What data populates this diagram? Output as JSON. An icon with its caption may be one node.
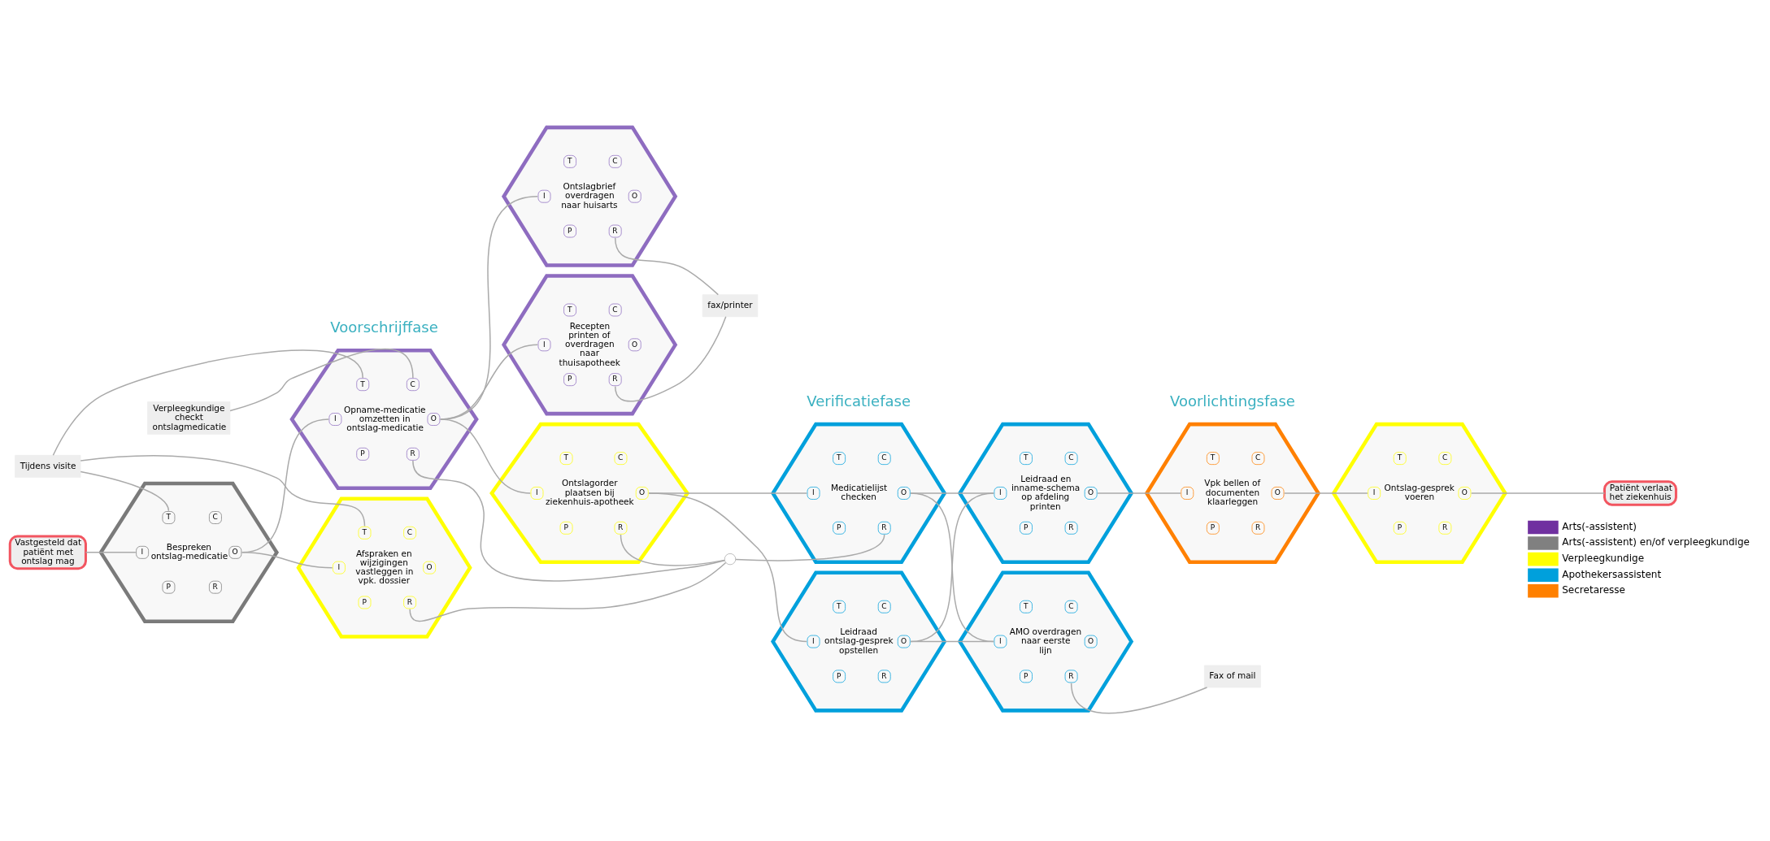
{
  "diagram": {
    "nodes": [
      {
        "text": [
          "Vastgesteld dat patiënt met ontslag mag"
        ]
      },
      {
        "text": [
          "T",
          "C",
          "I",
          "Bespreken ontslag-medicatie",
          "O",
          "P",
          "R"
        ]
      },
      {
        "text": [
          "Tijdens visite"
        ]
      },
      {
        "text": [
          "T",
          "C",
          "I",
          "Opname-medicatie omzetten in ontslag-medicatie",
          "O",
          "P",
          "R"
        ]
      },
      {
        "text": [
          "Verpleegkundige checkt ontslagmedicatie"
        ]
      },
      {
        "text": [
          "T",
          "C",
          "I",
          "Afspraken en wijzigingen vastleggen in vpk. dossier",
          "O",
          "P",
          "R"
        ]
      },
      {
        "text": [
          "T",
          "C",
          "I",
          "Ontslagbrief overdragen naar huisarts",
          "O",
          "P",
          "R"
        ]
      },
      {
        "text": [
          "T",
          "C",
          "I",
          "Recepten printen of overdragen naar thuisapotheek",
          "O",
          "P",
          "R"
        ]
      },
      {
        "text": [
          "fax/printer"
        ]
      },
      {
        "text": [
          "T",
          "C",
          "I",
          "Ontslagorder plaatsen bij ziekenhuis-apotheek",
          "O",
          "P",
          "R"
        ]
      },
      {
        "text": [],
        "shape": "circle"
      },
      {
        "text": [
          "T",
          "C",
          "I",
          "Medicatielijst checken",
          "O",
          "P",
          "R"
        ]
      },
      {
        "text": [
          "T",
          "C",
          "I",
          "Leidraad en inname-schema op afdeling printen",
          "O",
          "P",
          "R"
        ]
      },
      {
        "text": [
          "T",
          "C",
          "I",
          "Leidraad ontslag-gesprek opstellen",
          "O",
          "P",
          "R"
        ]
      },
      {
        "text": [
          "T",
          "C",
          "I",
          "AMO overdragen naar eerste lijn",
          "O",
          "P",
          "R"
        ]
      },
      {
        "text": [
          "Fax of mail"
        ]
      },
      {
        "text": [
          "T",
          "C",
          "I",
          "Vpk bellen of documenten klaarleggen",
          "O",
          "P",
          "R"
        ]
      },
      {
        "text": [
          "T",
          "C",
          "I",
          "Ontslag-gesprek voeren",
          "O",
          "P",
          "R"
        ]
      },
      {
        "text": [
          "Patiënt verlaat het ziekenhuis"
        ]
      }
    ],
    "edges": [
      {
        "from": 0,
        "to": 1,
        "arrow": "none"
      },
      {
        "from": 2,
        "to": 1,
        "arrow": "none"
      },
      {
        "from": 2,
        "to": 3,
        "arrow": "none"
      },
      {
        "from": 2,
        "to": 5,
        "arrow": "none"
      },
      {
        "from": 4,
        "to": 3,
        "arrow": "none"
      },
      {
        "from": 1,
        "to": 3,
        "arrow": "none"
      },
      {
        "from": 1,
        "to": 5,
        "arrow": "none"
      },
      {
        "from": 3,
        "to": 6,
        "arrow": "none"
      },
      {
        "from": 3,
        "to": 7,
        "arrow": "none"
      },
      {
        "from": 3,
        "to": 9,
        "arrow": "none"
      },
      {
        "from": 3,
        "to": 10,
        "arrow": "none"
      },
      {
        "from": 5,
        "to": 10,
        "arrow": "none"
      },
      {
        "from": 9,
        "to": 10,
        "arrow": "none"
      },
      {
        "from": 10,
        "to": 11,
        "arrow": "none"
      },
      {
        "from": 6,
        "to": 8,
        "arrow": "none"
      },
      {
        "from": 7,
        "to": 8,
        "arrow": "none"
      },
      {
        "from": 9,
        "to": 11,
        "arrow": "none"
      },
      {
        "from": 9,
        "to": 13,
        "arrow": "none"
      },
      {
        "from": 11,
        "to": 12,
        "arrow": "none"
      },
      {
        "from": 11,
        "to": 14,
        "arrow": "none"
      },
      {
        "from": 13,
        "to": 12,
        "arrow": "none"
      },
      {
        "from": 13,
        "to": 14,
        "arrow": "none"
      },
      {
        "from": 14,
        "to": 15,
        "arrow": "none"
      },
      {
        "from": 12,
        "to": 16,
        "arrow": "none"
      },
      {
        "from": 16,
        "to": 17,
        "arrow": "none"
      },
      {
        "from": 17,
        "to": 18,
        "arrow": "none"
      }
    ],
    "labels": [
      "Voorschrijffase",
      "Verificatiefase",
      "Voorlichtingsfase"
    ],
    "legend": [
      {
        "text": "Arts(-assistent)",
        "color": "#7030a0"
      },
      {
        "text": "Arts(-assistent) en/of verpleegkundige",
        "color": "#808080"
      },
      {
        "text": "Verpleegkundige",
        "color": "#ffff00"
      },
      {
        "text": "Apothekersassistent",
        "color": "#00a0dc"
      },
      {
        "text": "Secretaresse",
        "color": "#ff8000"
      }
    ]
  }
}
